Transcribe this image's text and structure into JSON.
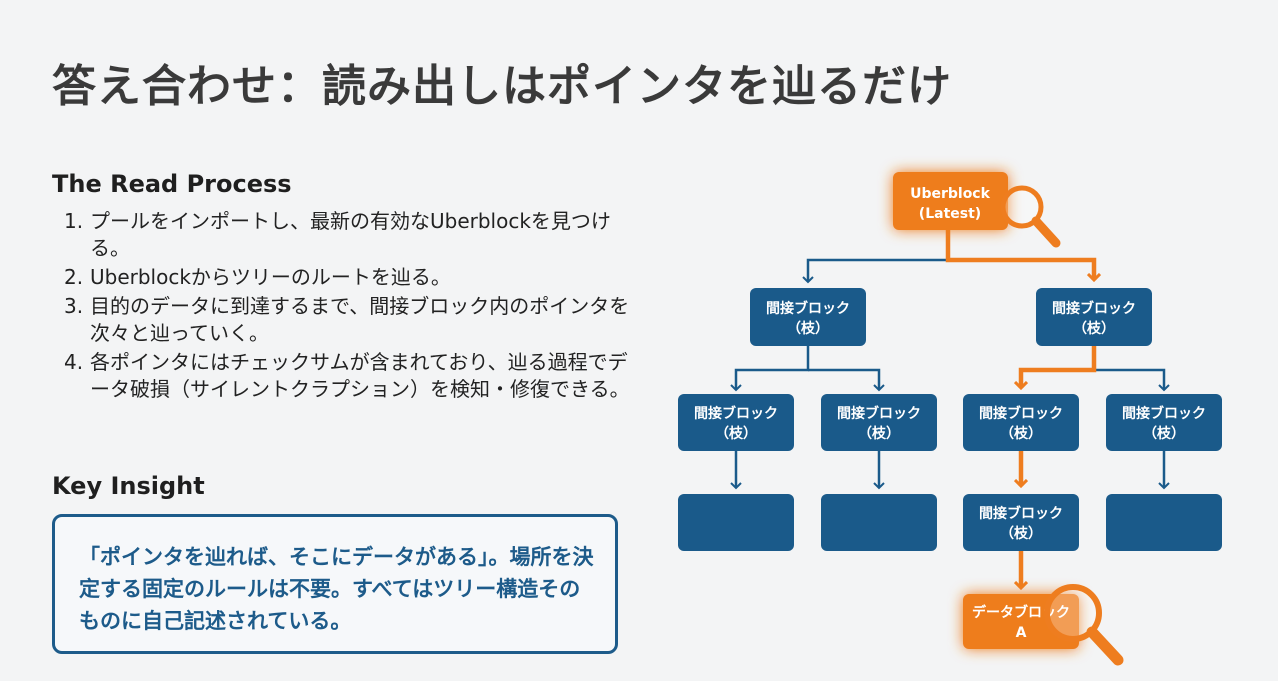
{
  "title": "答え合わせ：読み出しはポインタを辿るだけ",
  "read_process": {
    "heading": "The Read Process",
    "steps": [
      {
        "num": "1.",
        "text": "プールをインポートし、最新の有効なUberblockを見つける。"
      },
      {
        "num": "2.",
        "text": "Uberblockからツリーのルートを辿る。"
      },
      {
        "num": "3.",
        "text": "目的のデータに到達するまで、間接ブロック内のポインタを次々と辿っていく。"
      },
      {
        "num": "4.",
        "text": "各ポインタにはチェックサムが含まれており、辿る過程でデータ破損（サイレントクラプション）を検知・修復できる。"
      }
    ]
  },
  "key_insight": {
    "heading": "Key Insight",
    "text": "「ポインタを辿れば、そこにデータがある」。場所を決定する固定のルールは不要。すべてはツリー構造そのものに自己記述されている。"
  },
  "diagram": {
    "colors": {
      "blue": "#1a5a8a",
      "orange": "#ee7d1f",
      "highlight_path": "#ee7d1f",
      "normal_path": "#1a5a8a"
    },
    "root": {
      "line1": "Uberblock",
      "line2": "(Latest)"
    },
    "level1": [
      {
        "line1": "間接ブロック",
        "line2": "（枝）"
      },
      {
        "line1": "間接ブロック",
        "line2": "（枝）"
      }
    ],
    "level2": [
      {
        "line1": "間接ブロック",
        "line2": "（枝）"
      },
      {
        "line1": "間接ブロック",
        "line2": "（枝）"
      },
      {
        "line1": "間接ブロック",
        "line2": "（枝）"
      },
      {
        "line1": "間接ブロック",
        "line2": "（枝）"
      }
    ],
    "level3_indirect": {
      "line1": "間接ブロック",
      "line2": "（枝）"
    },
    "data_block": {
      "line1": "データブロック",
      "line2": "A"
    },
    "icons": [
      "magnifier-icon",
      "magnifier-icon"
    ]
  }
}
